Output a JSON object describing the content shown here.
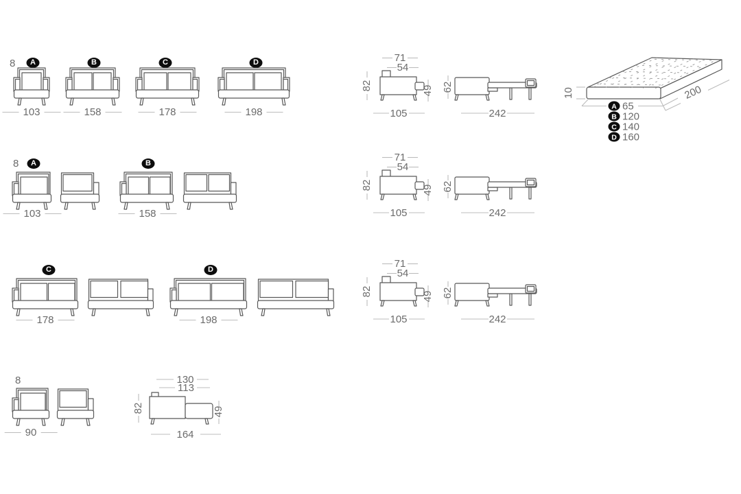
{
  "colors": {
    "background": "#ffffff",
    "line": "#585858",
    "dimension_text": "#6b6b6b",
    "dimension_tick": "#bcbcbc",
    "badge_background": "#0d0d0d",
    "badge_text": "#ffffff"
  },
  "rows": [
    {
      "note": "8",
      "sofas": [
        {
          "badge": "A",
          "width": "103"
        },
        {
          "badge": "B",
          "width": "158"
        },
        {
          "badge": "C",
          "width": "178"
        },
        {
          "badge": "D",
          "width": "198"
        }
      ],
      "side": {
        "top_depth": "71",
        "seat_depth": "54",
        "height": "82",
        "arm_height": "49",
        "total_depth": "105"
      },
      "open": {
        "base_height": "62",
        "total_length": "242"
      }
    },
    {
      "note": "8",
      "pairs": [
        {
          "badge": "A",
          "width": "103"
        },
        {
          "badge": "B",
          "width": "158"
        }
      ],
      "side": {
        "top_depth": "71",
        "seat_depth": "54",
        "height": "82",
        "arm_height": "49",
        "total_depth": "105"
      },
      "open": {
        "base_height": "62",
        "total_length": "242"
      }
    },
    {
      "pairs": [
        {
          "badge": "C",
          "width": "178"
        },
        {
          "badge": "D",
          "width": "198"
        }
      ],
      "side": {
        "top_depth": "71",
        "seat_depth": "54",
        "height": "82",
        "arm_height": "49",
        "total_depth": "105"
      },
      "open": {
        "base_height": "62",
        "total_length": "242"
      }
    },
    {
      "note": "8",
      "chair": {
        "width": "90"
      },
      "chaise": {
        "back_width": "130",
        "seat_width": "113",
        "height": "82",
        "seat_height": "49",
        "total_length": "164"
      }
    }
  ],
  "mattress": {
    "thickness": "10",
    "length": "200",
    "sizes": [
      {
        "badge": "A",
        "width": "65"
      },
      {
        "badge": "B",
        "width": "120"
      },
      {
        "badge": "C",
        "width": "140"
      },
      {
        "badge": "D",
        "width": "160"
      }
    ]
  }
}
